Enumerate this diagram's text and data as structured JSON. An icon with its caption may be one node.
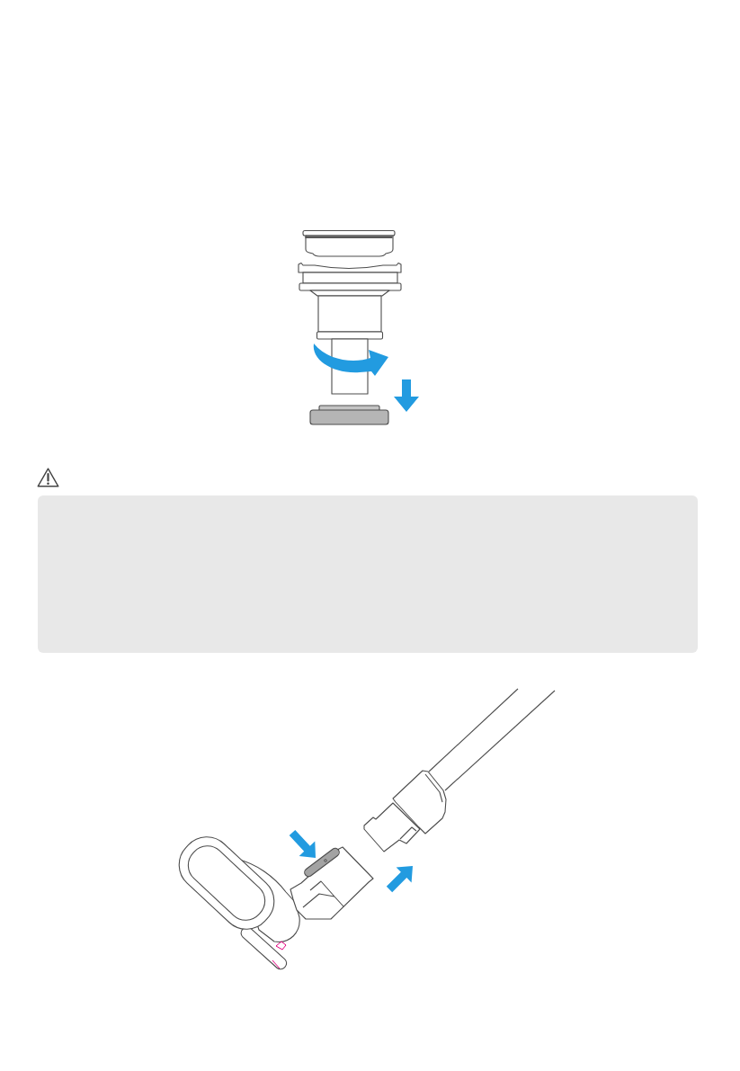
{
  "diagram": {
    "nodes": [
      {
        "text": [],
        "shape": "picture"
      },
      {
        "text": [],
        "shape": "box"
      },
      {
        "text": [],
        "shape": "picture"
      }
    ]
  }
}
